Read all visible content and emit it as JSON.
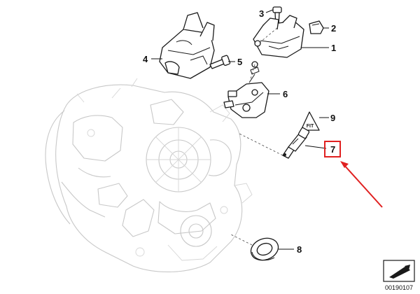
{
  "diagram": {
    "callouts": {
      "c1": "1",
      "c2": "2",
      "c3": "3",
      "c4": "4",
      "c5": "5",
      "c6": "6",
      "c7": "7",
      "c8": "8",
      "c9": "9"
    },
    "highlight": {
      "target_callout": "7",
      "box_color": "#e02020",
      "arrow_color": "#e02020"
    },
    "warning_label": "FIT",
    "diagram_number": "00190107"
  },
  "colors": {
    "line": "#1a1a1a",
    "ghost_outline": "#c8c8c8",
    "background": "#ffffff"
  }
}
